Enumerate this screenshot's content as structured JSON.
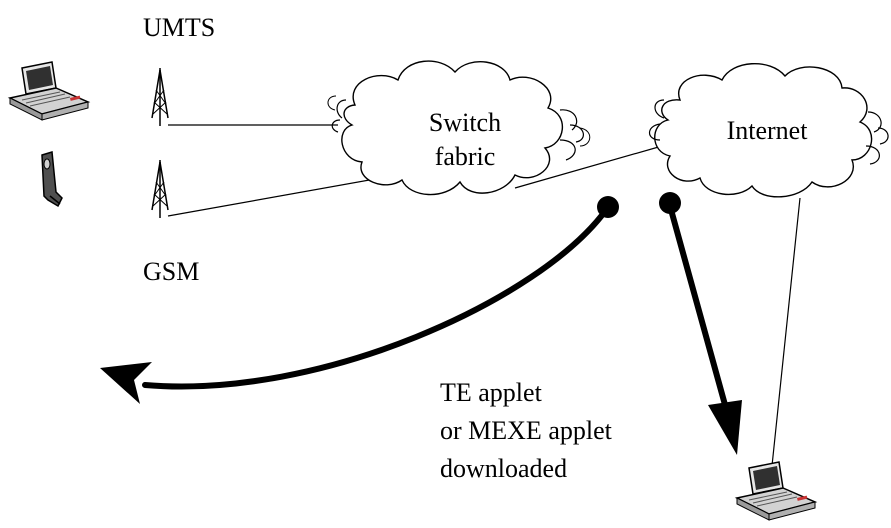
{
  "diagram": {
    "networks": {
      "umts_label": "UMTS",
      "gsm_label": "GSM"
    },
    "clouds": {
      "switch_fabric_line1": "Switch",
      "switch_fabric_line2": "fabric",
      "internet_label": "Internet"
    },
    "annotation": {
      "line1": "TE applet",
      "line2": "or MEXE applet",
      "line3": "downloaded"
    },
    "colors": {
      "line": "#000000",
      "device_body": "#c8c8c8",
      "device_dark": "#505050",
      "device_accent": "#c83232"
    },
    "devices": {
      "laptop_top_left": "laptop-icon",
      "mobile_phone": "mobile-phone-icon",
      "laptop_bottom_right": "laptop-icon"
    }
  }
}
